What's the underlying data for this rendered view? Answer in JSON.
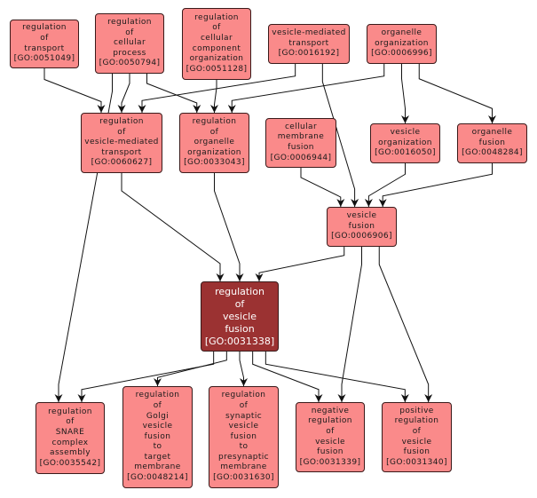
{
  "colors": {
    "node_fill": "#fa8a8a",
    "node_border": "#3a1a1a",
    "focus_fill": "#9b3232",
    "focus_text": "#ffffff",
    "edge": "#111111"
  },
  "nodes": {
    "n0051049": {
      "lines": [
        "regulation",
        "of",
        "transport"
      ],
      "id": "[GO:0051049]"
    },
    "n0050794": {
      "lines": [
        "regulation",
        "of",
        "cellular",
        "process"
      ],
      "id": "[GO:0050794]"
    },
    "n0051128": {
      "lines": [
        "regulation",
        "of",
        "cellular",
        "component",
        "organization"
      ],
      "id": "[GO:0051128]"
    },
    "n0016192": {
      "lines": [
        "vesicle-mediated",
        "transport"
      ],
      "id": "[GO:0016192]"
    },
    "n0006996": {
      "lines": [
        "organelle",
        "organization"
      ],
      "id": "[GO:0006996]"
    },
    "n0060627": {
      "lines": [
        "regulation",
        "of",
        "vesicle-mediated",
        "transport"
      ],
      "id": "[GO:0060627]"
    },
    "n0033043": {
      "lines": [
        "regulation",
        "of",
        "organelle",
        "organization"
      ],
      "id": "[GO:0033043]"
    },
    "n0006944": {
      "lines": [
        "cellular",
        "membrane",
        "fusion"
      ],
      "id": "[GO:0006944]"
    },
    "n0016050": {
      "lines": [
        "vesicle",
        "organization"
      ],
      "id": "[GO:0016050]"
    },
    "n0048284": {
      "lines": [
        "organelle",
        "fusion"
      ],
      "id": "[GO:0048284]"
    },
    "n0006906": {
      "lines": [
        "vesicle",
        "fusion"
      ],
      "id": "[GO:0006906]"
    },
    "n0031338": {
      "lines": [
        "regulation",
        "of",
        "vesicle",
        "fusion"
      ],
      "id": "[GO:0031338]"
    },
    "n0035542": {
      "lines": [
        "regulation",
        "of",
        "SNARE",
        "complex",
        "assembly"
      ],
      "id": "[GO:0035542]"
    },
    "n0048214": {
      "lines": [
        "regulation",
        "of",
        "Golgi",
        "vesicle",
        "fusion",
        "to",
        "target",
        "membrane"
      ],
      "id": "[GO:0048214]"
    },
    "n0031630": {
      "lines": [
        "regulation",
        "of",
        "synaptic",
        "vesicle",
        "fusion",
        "to",
        "presynaptic",
        "membrane"
      ],
      "id": "[GO:0031630]"
    },
    "n0031339": {
      "lines": [
        "negative",
        "regulation",
        "of",
        "vesicle",
        "fusion"
      ],
      "id": "[GO:0031339]"
    },
    "n0031340": {
      "lines": [
        "positive",
        "regulation",
        "of",
        "vesicle",
        "fusion"
      ],
      "id": "[GO:0031340]"
    }
  },
  "focus_node": "n0031338",
  "edges": [
    [
      "n0051049",
      "n0060627"
    ],
    [
      "n0050794",
      "n0060627"
    ],
    [
      "n0050794",
      "n0033043"
    ],
    [
      "n0050794",
      "n0035542"
    ],
    [
      "n0051128",
      "n0033043"
    ],
    [
      "n0016192",
      "n0060627"
    ],
    [
      "n0016192",
      "n0006906"
    ],
    [
      "n0006996",
      "n0033043"
    ],
    [
      "n0006996",
      "n0016050"
    ],
    [
      "n0006996",
      "n0048284"
    ],
    [
      "n0006944",
      "n0006906"
    ],
    [
      "n0016050",
      "n0006906"
    ],
    [
      "n0048284",
      "n0006906"
    ],
    [
      "n0060627",
      "n0031338"
    ],
    [
      "n0033043",
      "n0031338"
    ],
    [
      "n0006906",
      "n0031338"
    ],
    [
      "n0006906",
      "n0031339"
    ],
    [
      "n0006906",
      "n0031340"
    ],
    [
      "n0031338",
      "n0035542"
    ],
    [
      "n0031338",
      "n0048214"
    ],
    [
      "n0031338",
      "n0031630"
    ],
    [
      "n0031338",
      "n0031339"
    ],
    [
      "n0031338",
      "n0031340"
    ]
  ]
}
